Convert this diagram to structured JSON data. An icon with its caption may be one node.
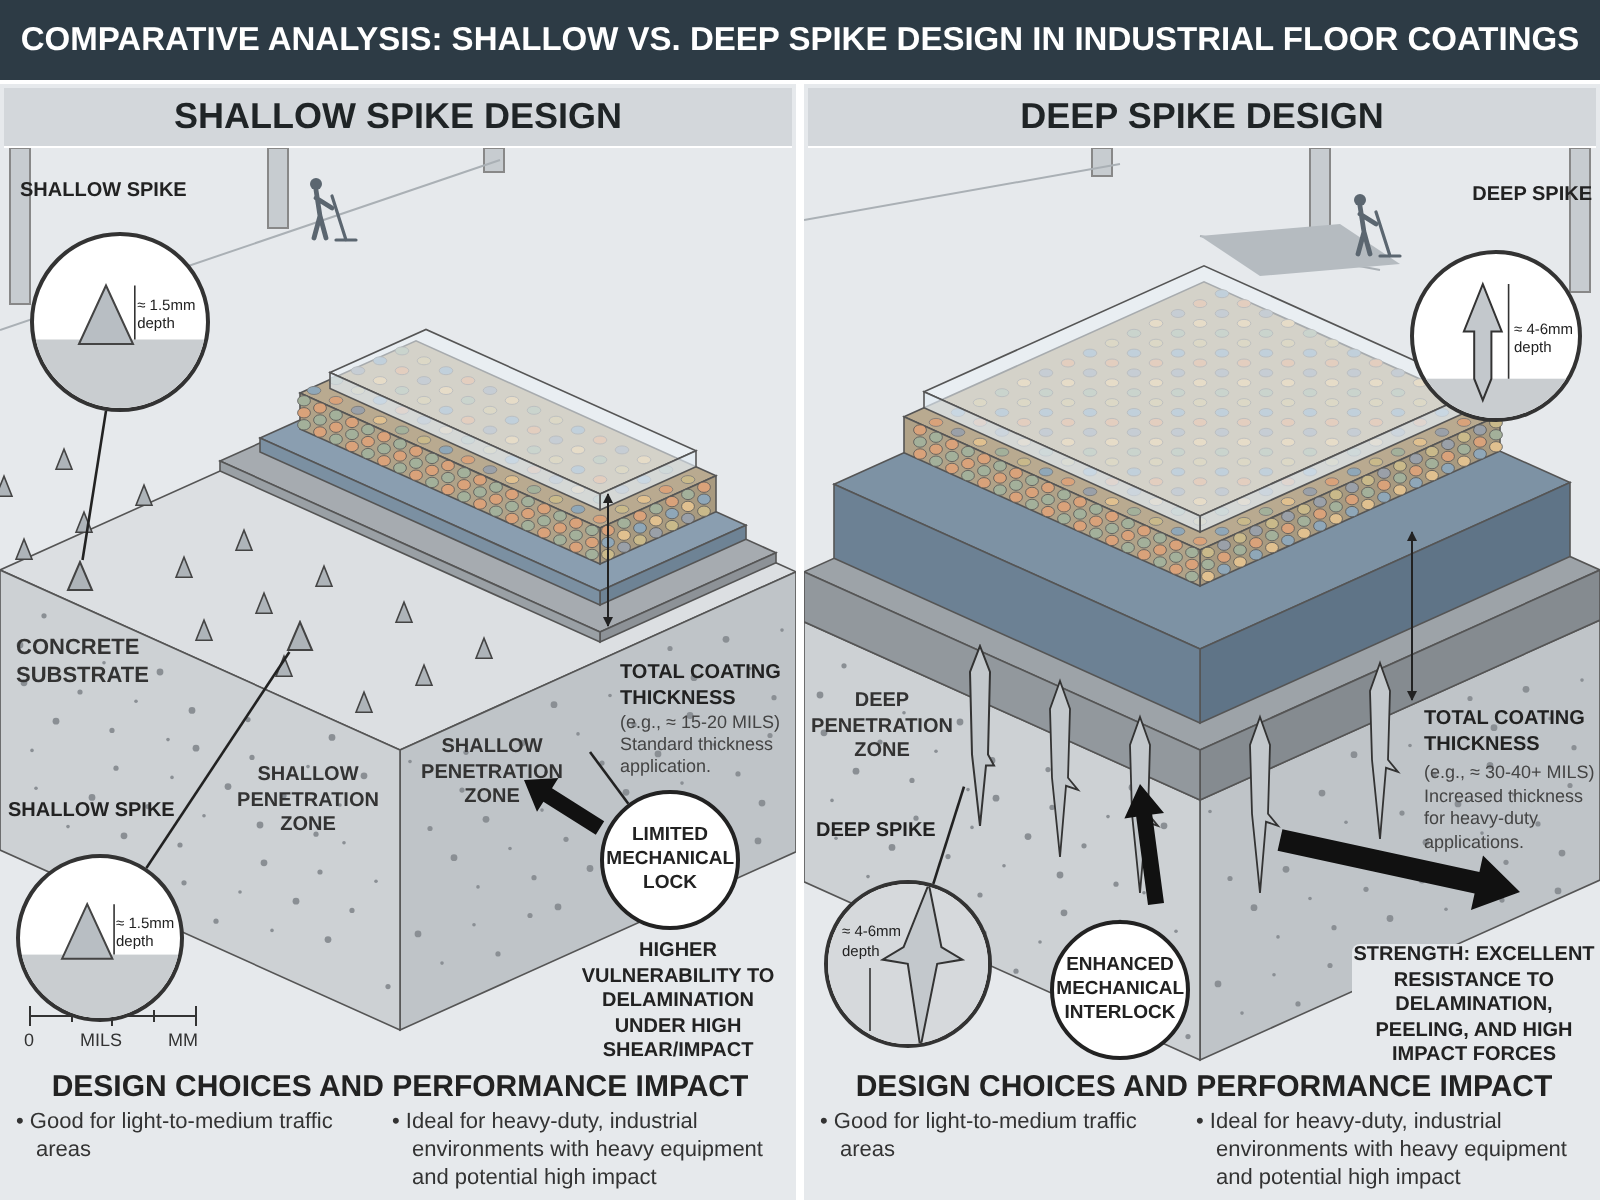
{
  "diagram": {
    "title": "COMPARATIVE ANALYSIS: SHALLOW VS. DEEP SPIKE DESIGN IN INDUSTRIAL FLOOR COATINGS",
    "nodes": [
      {
        "text": [
          "SHALLOW SPIKE DESIGN"
        ]
      },
      {
        "text": [
          "SHALLOW SPIKE",
          "≈ 1.5mm depth"
        ],
        "in": 0
      },
      {
        "text": [],
        "shape": "cone",
        "in": 0
      },
      {
        "text": [
          "SHALLOW SPIKE",
          "≈ 1.5mm depth"
        ],
        "in": 0
      },
      {
        "text": [],
        "shape": "cone",
        "in": 0
      },
      {
        "text": [
          "LIMITED MECHANICAL LOCK"
        ],
        "in": 0
      },
      {
        "text": [
          "DEEP SPIKE DESIGN"
        ]
      },
      {
        "text": [
          "DEEP SPIKE",
          "≈ 4-6mm depth"
        ],
        "in": 6
      },
      {
        "text": [
          "DEEP SPIKE",
          "≈ 4-6mm depth"
        ],
        "in": 6
      },
      {
        "text": [],
        "shape": "spike",
        "in": 6
      },
      {
        "text": [
          "ENHANCED MECHANICAL INTERLOCK"
        ],
        "in": 6
      }
    ],
    "edges": [
      {
        "from": 1,
        "to": 2,
        "arrow": "none"
      },
      {
        "from": 3,
        "to": 4,
        "arrow": "none"
      },
      {
        "from": 5,
        "to": null,
        "arrow": "none"
      },
      {
        "from": 8,
        "to": 9,
        "arrow": "none"
      }
    ],
    "labels": [
      "CONCRETE SUBSTRATE",
      "SHALLOW PENETRATION ZONE",
      "SHALLOW PENETRATION ZONE",
      "TOTAL COATING THICKNESS",
      "(e.g., ≈ 15-20 MILS)",
      "Standard thickness application.",
      "HIGHER VULNERABILITY TO DELAMINATION UNDER HIGH SHEAR/IMPACT",
      "0",
      "MILS",
      "MM",
      "DESIGN CHOICES AND PERFORMANCE IMPACT",
      "• Good for light-to-medium traffic areas",
      "• Ideal for heavy-duty, industrial environments with heavy equipment and potential high impact",
      "DEEP PENETRATION ZONE",
      "TOTAL COATING THICKNESS",
      "(e.g., ≈ 30-40+ MILS)",
      "Increased thickness for heavy-duty applications.",
      "STRENGTH: EXCELLENT RESISTANCE TO DELAMINATION, PEELING, AND HIGH IMPACT FORCES",
      "DESIGN CHOICES AND PERFORMANCE IMPACT",
      "• Good for light-to-medium traffic areas",
      "• Ideal for heavy-duty, industrial environments with heavy equipment and potential high impact"
    ]
  }
}
